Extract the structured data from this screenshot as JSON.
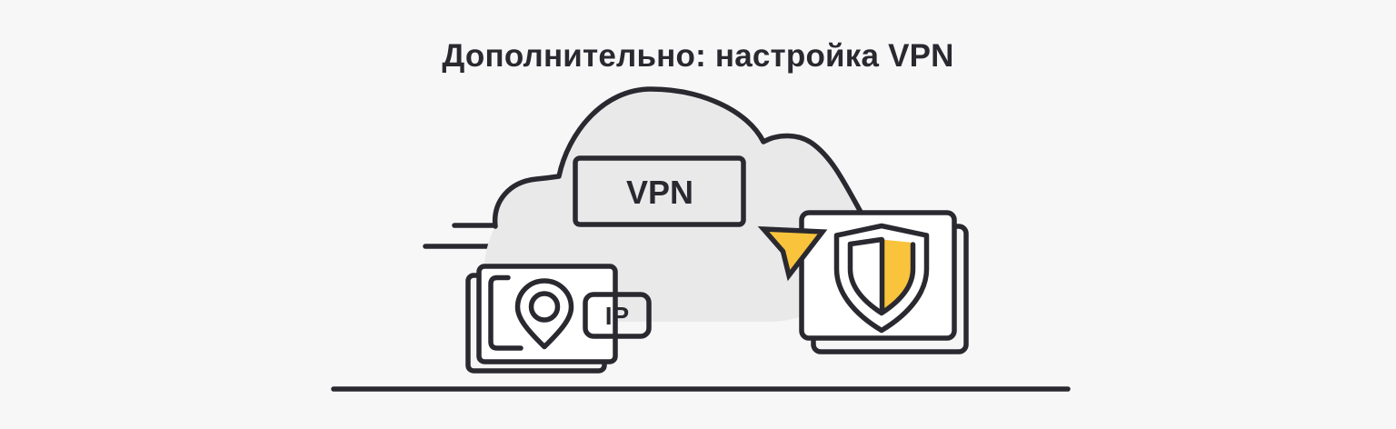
{
  "title": "Дополнительно: настройка VPN",
  "badges": {
    "vpn": "VPN",
    "ip": "IP"
  },
  "icons": {
    "cloud": "cloud-shape",
    "pin": "location-pin-icon",
    "shield": "shield-icon",
    "cursor": "cursor-pointer-icon"
  },
  "colors": {
    "accent_yellow": "#F9C33C",
    "ink": "#2A2930",
    "cloud_fill": "#E9E9EA",
    "background": "#F7F7F8",
    "card_fill": "#FFFFFF"
  }
}
